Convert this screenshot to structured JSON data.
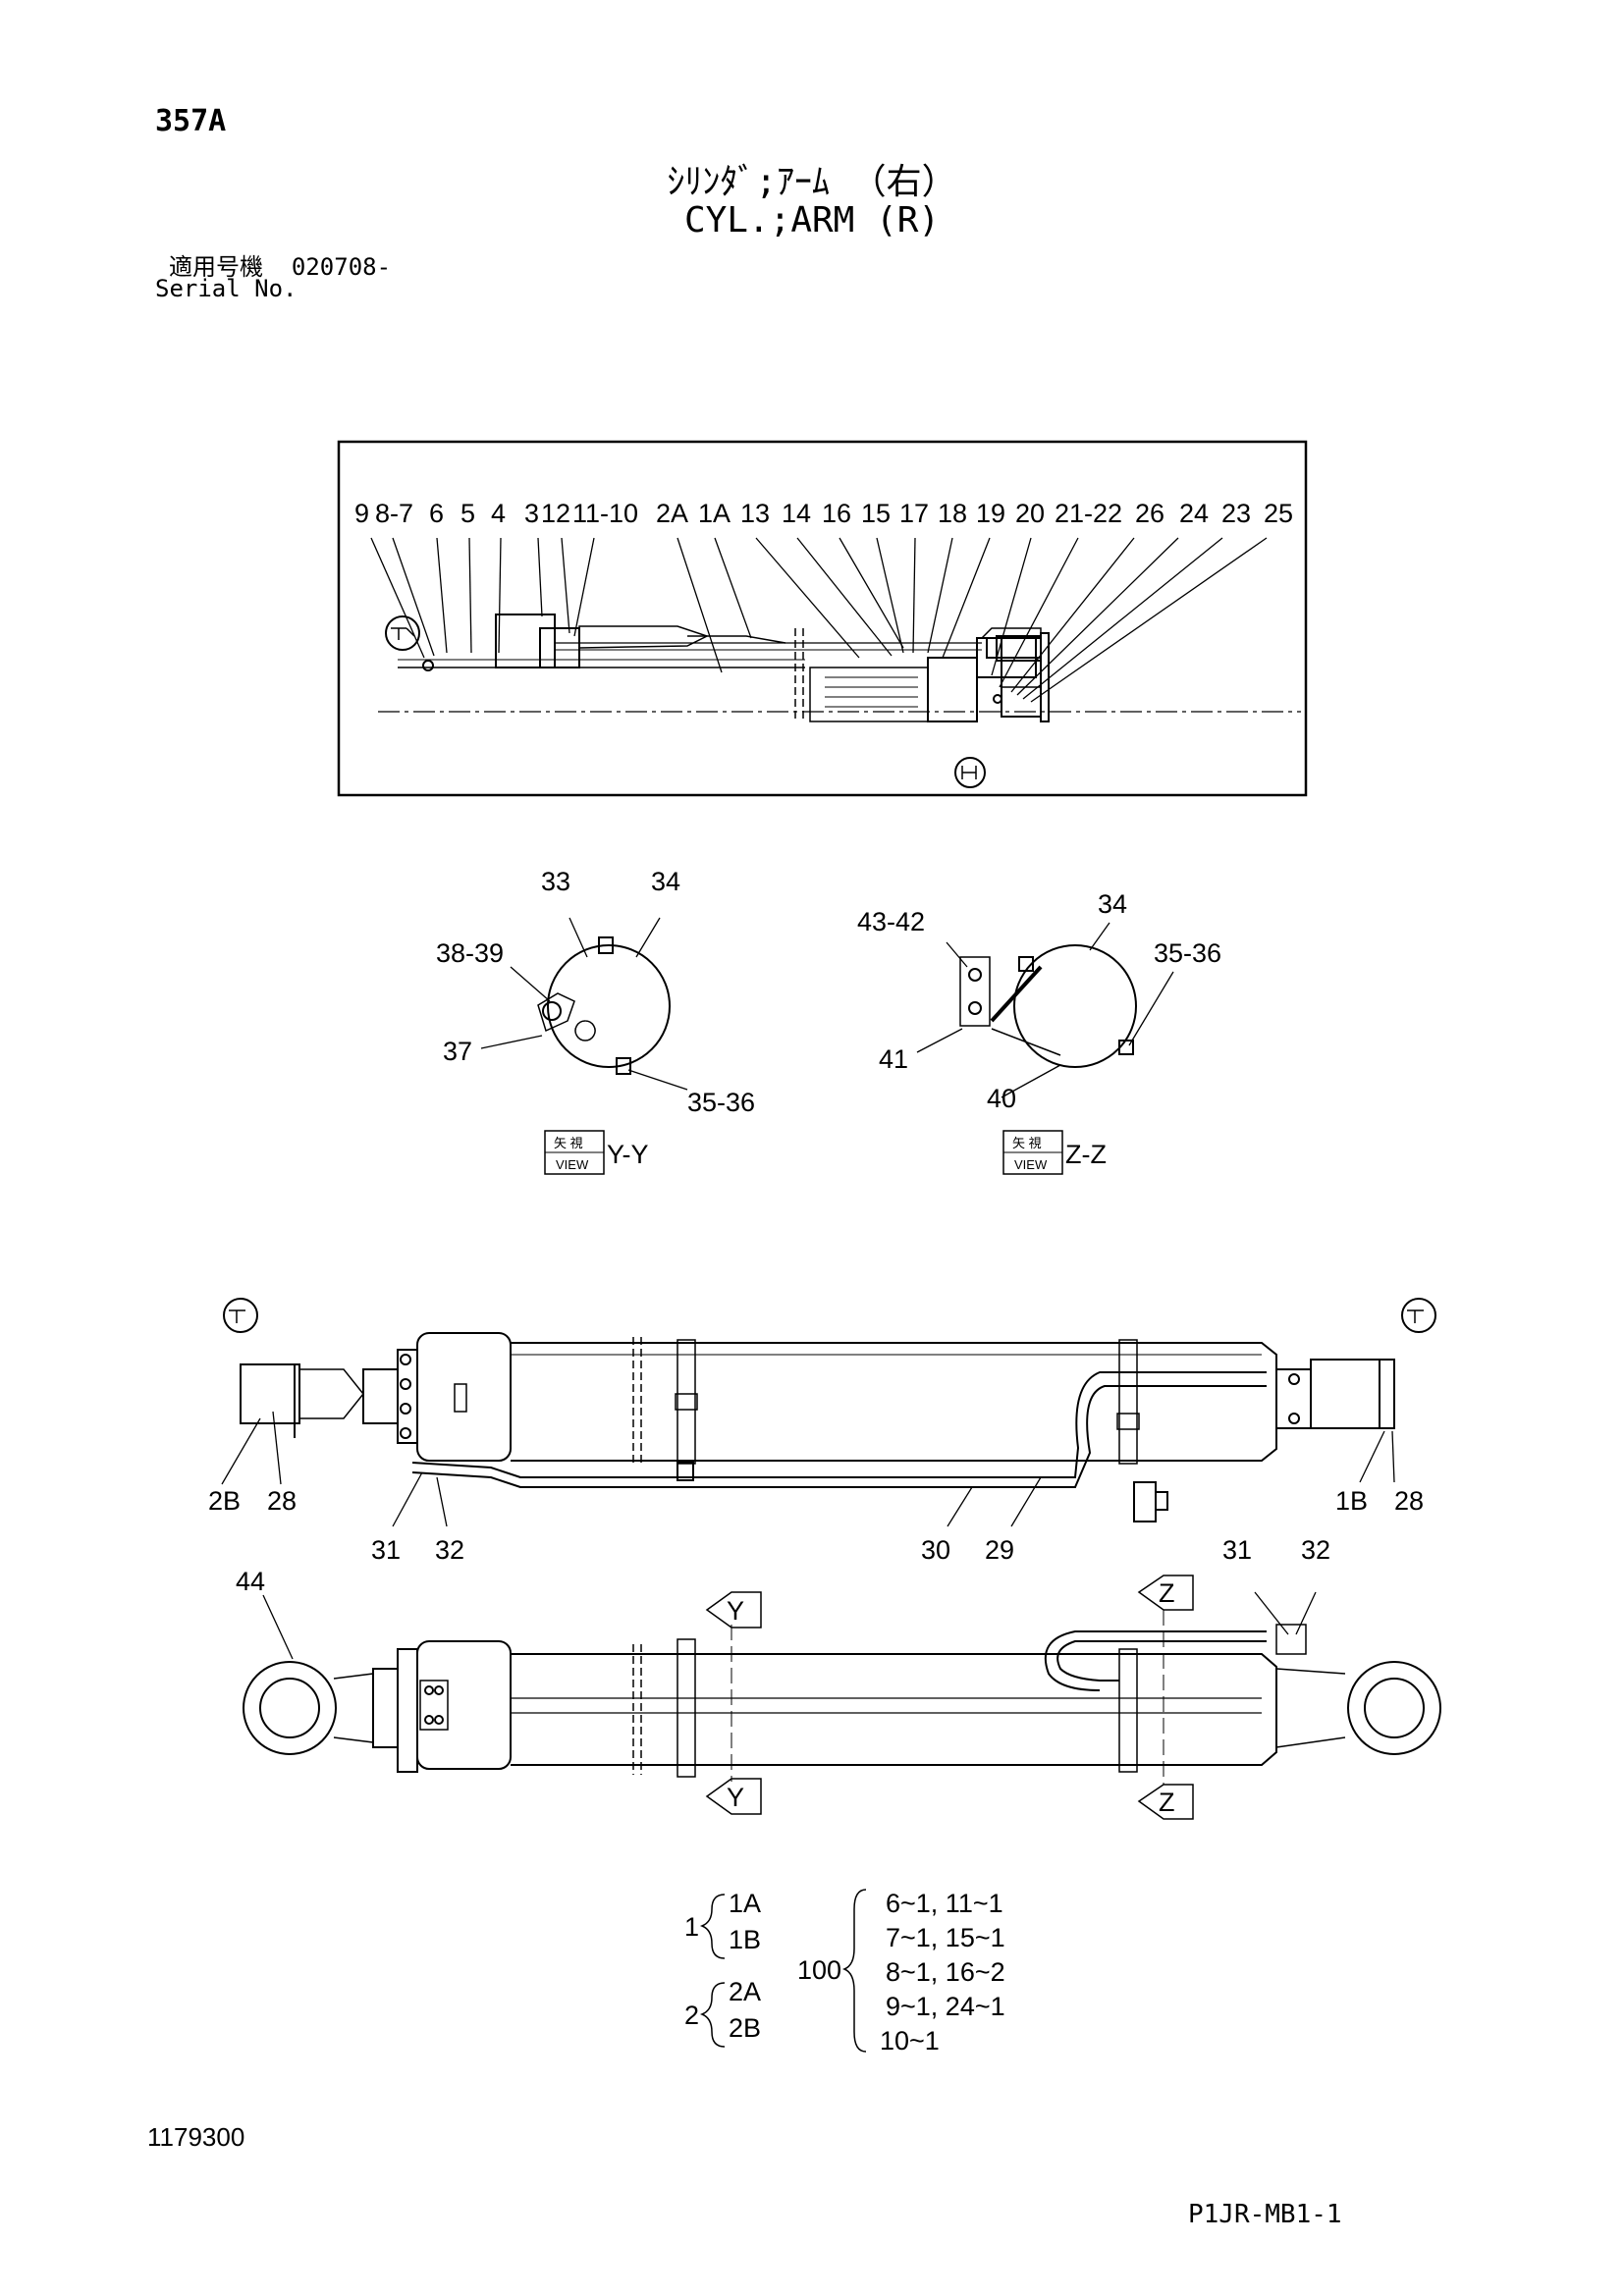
{
  "header": {
    "page_code": "357A",
    "title_jp": "ｼﾘﾝﾀﾞ;ｱｰﾑ （右）",
    "title_en": "CYL.;ARM (R)",
    "serial_label_jp": "適用号機",
    "serial_value": "020708-",
    "serial_label_en": "Serial No."
  },
  "detail_callouts": [
    "9",
    "8-7",
    "6",
    "5",
    "4",
    "3",
    "12",
    "11-10",
    "2A",
    "1A",
    "13",
    "14",
    "16",
    "15",
    "17",
    "18",
    "19",
    "20",
    "21-22",
    "26",
    "24",
    "23",
    "25"
  ],
  "view_yy": {
    "labels": [
      "33",
      "34",
      "38-39",
      "37",
      "35-36"
    ],
    "tag_jp": "矢 視",
    "tag_en": "VIEW",
    "tag_id": "Y-Y"
  },
  "view_zz": {
    "labels": [
      "43-42",
      "34",
      "35-36",
      "41",
      "40"
    ],
    "tag_jp": "矢 視",
    "tag_en": "VIEW",
    "tag_id": "Z-Z"
  },
  "side_view": {
    "labels": [
      "2B",
      "28",
      "31",
      "32",
      "30",
      "29",
      "1B",
      "28"
    ]
  },
  "top_view": {
    "labels": [
      "44",
      "31",
      "32"
    ],
    "arrows": [
      "Y",
      "Y",
      "Z",
      "Z"
    ]
  },
  "kits": {
    "group1": {
      "num": "1",
      "items": [
        "1A",
        "1B"
      ]
    },
    "group2": {
      "num": "2",
      "items": [
        "2A",
        "2B"
      ]
    },
    "group100": {
      "num": "100",
      "items": [
        "6~1, 11~1",
        "7~1, 15~1",
        "8~1, 16~2",
        "9~1, 24~1",
        "10~1"
      ]
    }
  },
  "footer": {
    "doc_number": "1179300",
    "sheet_code": "P1JR-MB1-1"
  }
}
